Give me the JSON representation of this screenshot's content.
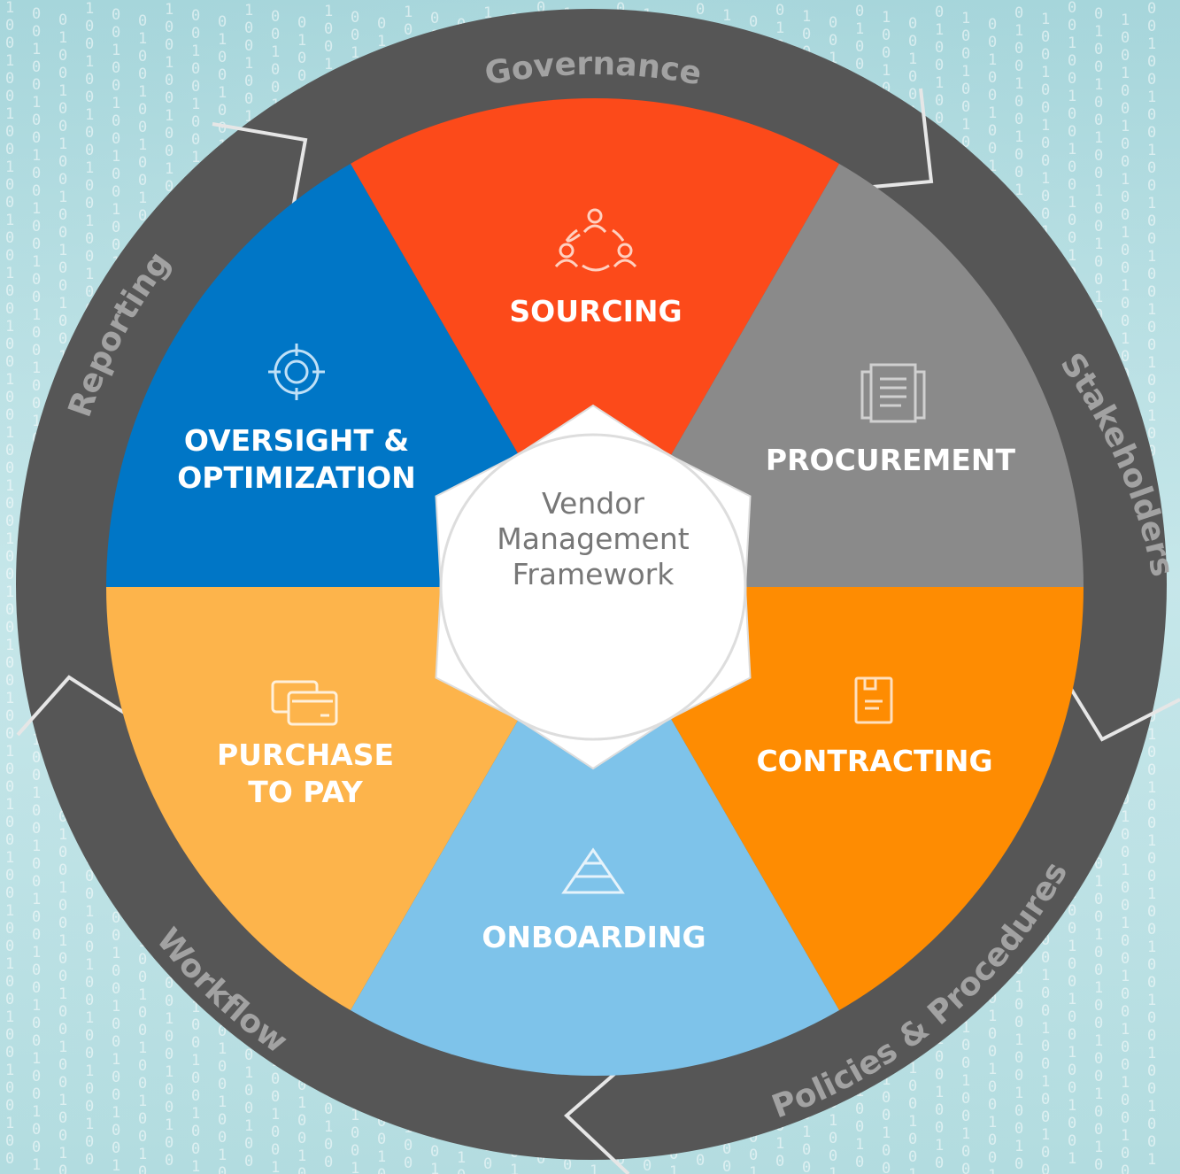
{
  "center": {
    "lines": [
      "Vendor",
      "Management",
      "Framework"
    ]
  },
  "ring": {
    "labels": [
      "Governance",
      "Stakeholders",
      "Policies & Procedures",
      "Workflow",
      "Reporting"
    ]
  },
  "segments": [
    {
      "id": "sourcing",
      "lines": [
        "SOURCING"
      ],
      "color": "#fc4a1a",
      "icon": "people-network-icon"
    },
    {
      "id": "procurement",
      "lines": [
        "PROCUREMENT"
      ],
      "color": "#8a8a8a",
      "icon": "document-stack-icon"
    },
    {
      "id": "contracting",
      "lines": [
        "CONTRACTING"
      ],
      "color": "#fe8c02",
      "icon": "contract-document-icon"
    },
    {
      "id": "onboarding",
      "lines": [
        "ONBOARDING"
      ],
      "color": "#7ec3ea",
      "icon": "pyramid-icon"
    },
    {
      "id": "purchase",
      "lines": [
        "PURCHASE",
        "TO PAY"
      ],
      "color": "#fdb44b",
      "icon": "credit-cards-icon"
    },
    {
      "id": "oversight",
      "lines": [
        "OVERSIGHT &",
        "OPTIMIZATION"
      ],
      "color": "#0076c6",
      "icon": "target-icon"
    }
  ],
  "colors": {
    "ring": "#565656",
    "ring_text": "#a2a2a2",
    "background": "#bfe4e6",
    "center_fill": "#ffffff",
    "center_text": "#777777"
  }
}
